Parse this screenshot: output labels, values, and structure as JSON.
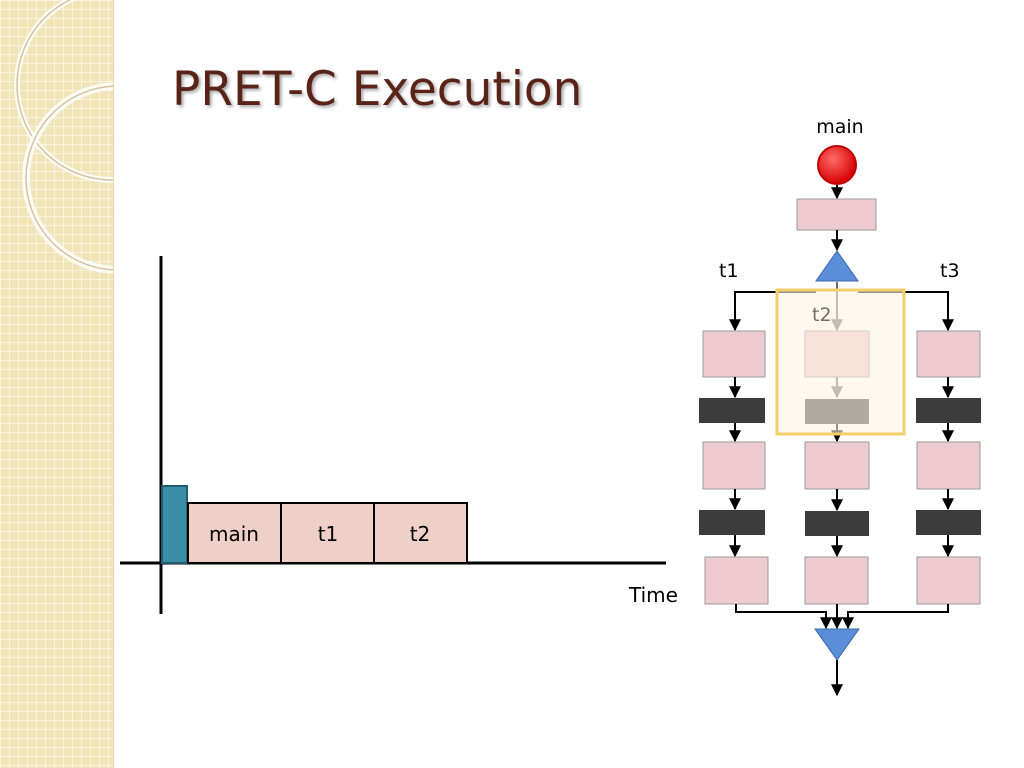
{
  "slide": {
    "title": "PRET-C Execution"
  },
  "timeline": {
    "blocks": [
      "main",
      "t1",
      "t2"
    ],
    "axis_label": "Time",
    "accent_block_color": "#3a8ea6",
    "block_color": "#eed0c8"
  },
  "flow": {
    "main_label": "main",
    "thread_labels": [
      "t1",
      "t2",
      "t3"
    ],
    "start_node_color": "#ee1c1c",
    "fork_join_color": "#5b8ed8",
    "process_box_color": "#eecbd0",
    "sync_bar_color": "#3c3c3c",
    "highlight_color": "#f2cf68"
  }
}
